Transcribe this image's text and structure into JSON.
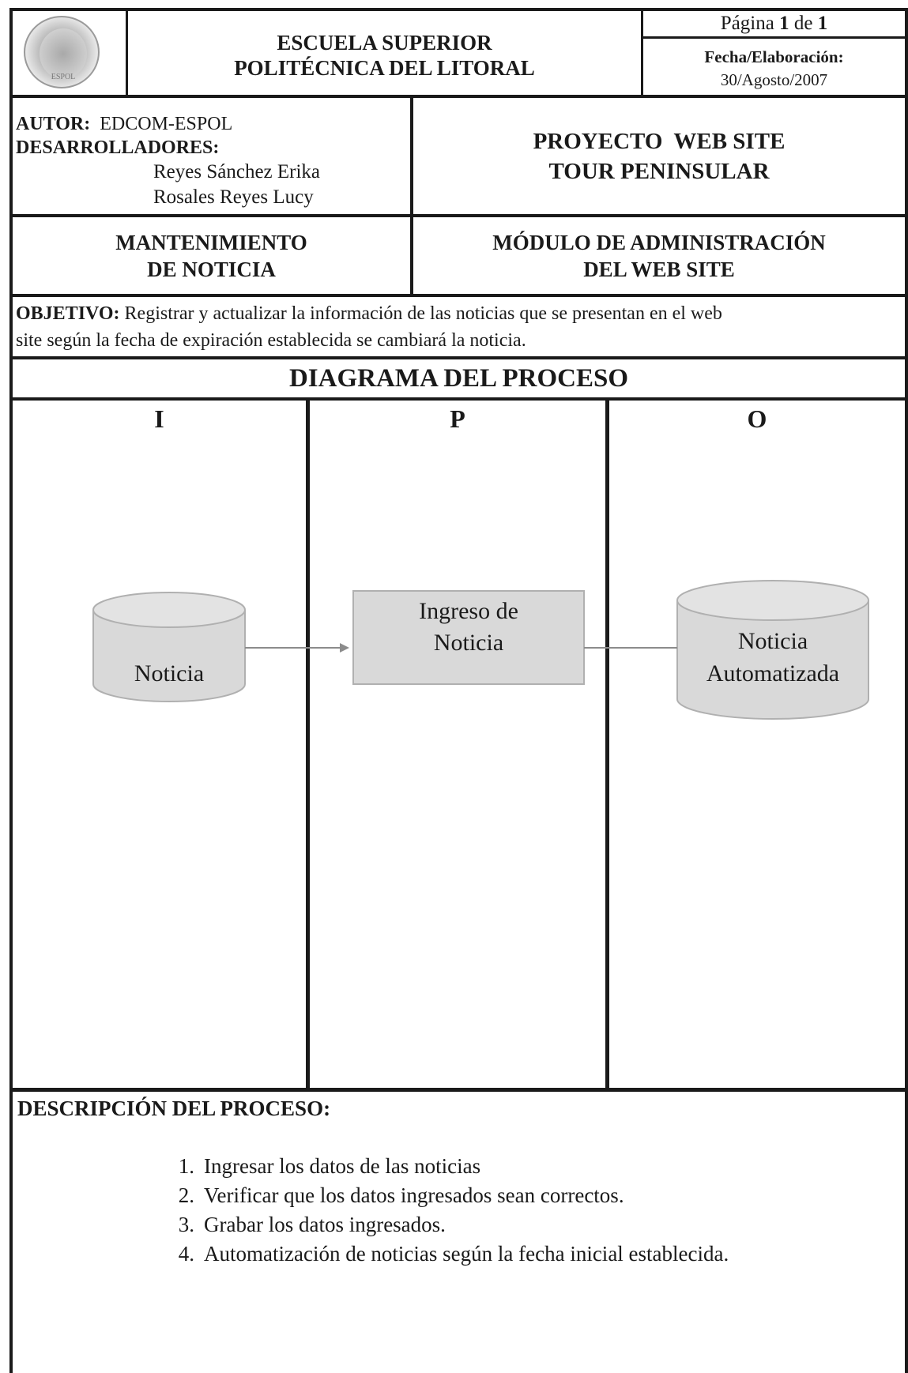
{
  "header": {
    "institution_line1": "ESCUELA SUPERIOR",
    "institution_line2": "POLITÉCNICA DEL LITORAL",
    "page_prefix": "Página",
    "page_current": "1",
    "page_of": "de",
    "page_total": "1",
    "date_label": "Fecha/Elaboración:",
    "date_value": "30/Agosto/2007",
    "seal_text": "ESPOL"
  },
  "authors": {
    "author_label": "AUTOR:",
    "author_value": "EDCOM-ESPOL",
    "developers_label": "DESARROLLADORES:",
    "developers": [
      "Reyes Sánchez Erika",
      "Rosales Reyes Lucy"
    ]
  },
  "project": {
    "line1": "PROYECTO  WEB SITE",
    "line2": "TOUR PENINSULAR"
  },
  "section": {
    "left_line1": "MANTENIMIENTO",
    "left_line2": "DE NOTICIA",
    "right_line1": "MÓDULO DE ADMINISTRACIÓN",
    "right_line2": "DEL WEB SITE"
  },
  "objective": {
    "label": "OBJETIVO:",
    "text_line1": " Registrar y actualizar la información de las noticias que se presentan en el web",
    "text_line2": "site según la fecha de expiración establecida se cambiará la noticia."
  },
  "diagram": {
    "title": "DIAGRAMA DEL PROCESO",
    "columns": [
      "I",
      "P",
      "O"
    ],
    "input_label": "Noticia",
    "process_line1": "Ingreso de",
    "process_line2": "Noticia",
    "output_line1": "Noticia",
    "output_line2": "Automatizada",
    "shape_fill": "#d9d9d9"
  },
  "description": {
    "title": "DESCRIPCIÓN DEL PROCESO:",
    "steps": [
      {
        "num": "1.",
        "text": "Ingresar los datos de las noticias"
      },
      {
        "num": "2.",
        "text": "Verificar que los datos ingresados sean correctos."
      },
      {
        "num": "3.",
        "text": "Grabar los datos ingresados."
      },
      {
        "num": "4.",
        "text": "Automatización de noticias según la fecha inicial establecida."
      }
    ]
  }
}
